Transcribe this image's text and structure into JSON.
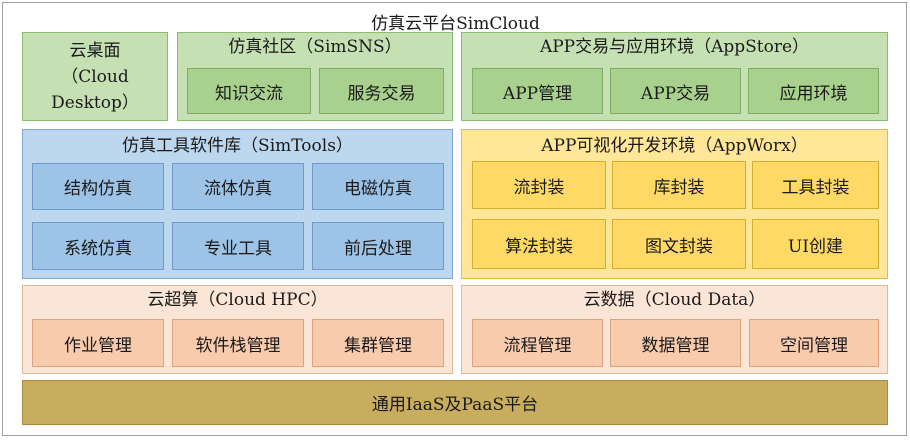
{
  "title": "仿真云平台SimCloud",
  "desktop": {
    "line1": "云桌面",
    "line2": "（Cloud Desktop）"
  },
  "simsns": {
    "title": "仿真社区（SimSNS）",
    "items": [
      "知识交流",
      "服务交易"
    ]
  },
  "appstore": {
    "title": "APP交易与应用环境（AppStore）",
    "items": [
      "APP管理",
      "APP交易",
      "应用环境"
    ]
  },
  "simtools": {
    "title": "仿真工具软件库（SimTools）",
    "items": [
      "结构仿真",
      "流体仿真",
      "电磁仿真",
      "系统仿真",
      "专业工具",
      "前后处理"
    ]
  },
  "appworx": {
    "title": "APP可视化开发环境（AppWorx）",
    "items": [
      "流封装",
      "库封装",
      "工具封装",
      "算法封装",
      "图文封装",
      "UI创建"
    ]
  },
  "hpc": {
    "title": "云超算（Cloud HPC）",
    "items": [
      "作业管理",
      "软件栈管理",
      "集群管理"
    ]
  },
  "data": {
    "title": "云数据（Cloud Data）",
    "items": [
      "流程管理",
      "数据管理",
      "空间管理"
    ]
  },
  "base": {
    "label": "通用IaaS及PaaS平台"
  }
}
